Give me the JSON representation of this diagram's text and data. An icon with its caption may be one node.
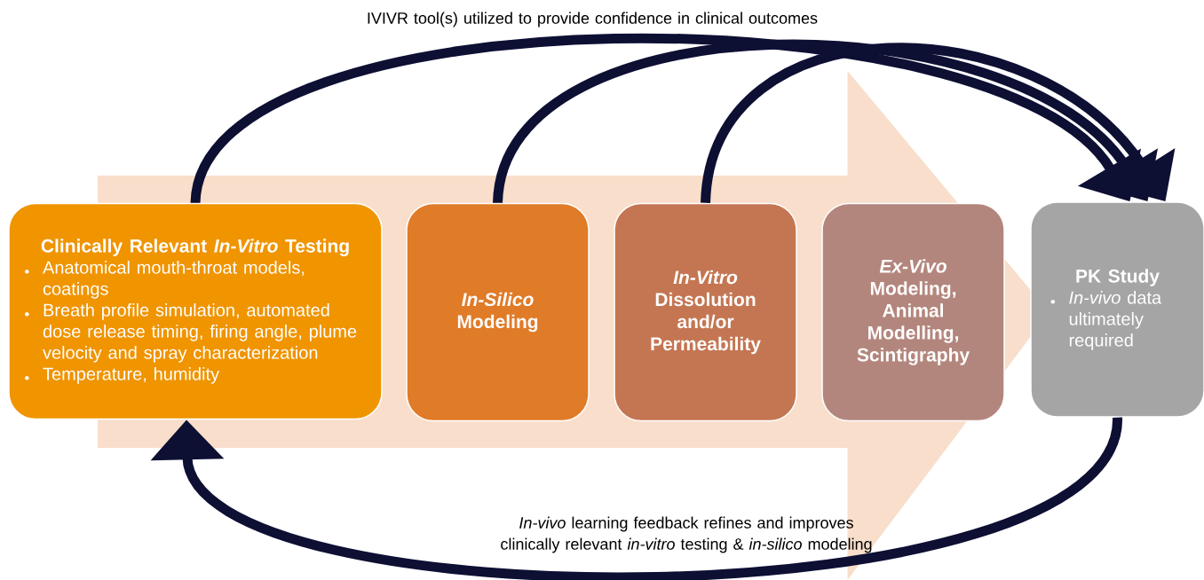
{
  "diagram": {
    "nodes": [
      {
        "text": [
          "Clinically Relevant *In-Vitro* Testing",
          "Anatomical mouth-throat models, coatings",
          "Breath profile simulation, automated dose release timing, firing angle, plume velocity and spray characterization",
          "Temperature, humidity"
        ]
      },
      {
        "text": [
          "*In-Silico* Modeling"
        ]
      },
      {
        "text": [
          "*In-Vitro* Dissolution and/or Permeability"
        ]
      },
      {
        "text": [
          "*Ex-Vivo* Modeling, Animal Modelling, Scintigraphy"
        ]
      },
      {
        "text": [
          "PK Study",
          "*In-vivo* data ultimately required"
        ]
      }
    ],
    "edges": [
      {
        "from": 0,
        "to": 4,
        "arrow": "to"
      },
      {
        "from": 1,
        "to": 4,
        "arrow": "to"
      },
      {
        "from": 2,
        "to": 4,
        "arrow": "to"
      },
      {
        "from": 4,
        "to": 0,
        "arrow": "to"
      },
      {
        "from": 0,
        "to": 4,
        "arrow": "to",
        "style": "thick",
        "color": "#f8decb"
      }
    ],
    "labels": [
      "IVIVR tool(s) utilized to provide confidence in clinical outcomes",
      "*In-vivo* learning feedback refines and improves clinically relevant *in-vitro* testing & *in-silico* modeling"
    ]
  }
}
